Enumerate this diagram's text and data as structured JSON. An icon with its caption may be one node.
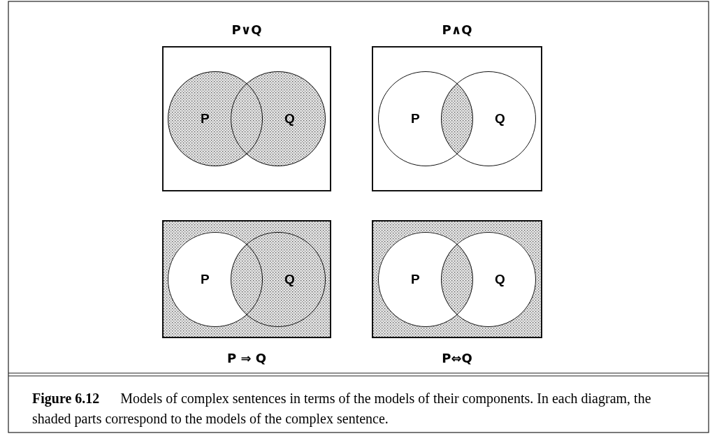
{
  "diagram": {
    "caption": "**Figure 6.12** Models of complex sentences in terms of the models of their components. In each diagram, the shaded parts correspond to the models of the complex sentence.",
    "nodes": [
      {
        "text": [
          "P∨Q"
        ]
      },
      {
        "text": [
          "P"
        ],
        "in": 0
      },
      {
        "text": [
          "Q"
        ],
        "in": 0
      },
      {
        "text": [
          "P∧Q"
        ]
      },
      {
        "text": [
          "P"
        ],
        "in": 3
      },
      {
        "text": [
          "Q"
        ],
        "in": 3
      },
      {
        "text": [
          "P ⇒ Q"
        ]
      },
      {
        "text": [
          "P"
        ],
        "in": 6
      },
      {
        "text": [
          "Q"
        ],
        "in": 6
      },
      {
        "text": [
          "P⇔Q"
        ]
      },
      {
        "text": [
          "P"
        ],
        "in": 9
      },
      {
        "text": [
          "Q"
        ],
        "in": 9
      }
    ]
  }
}
